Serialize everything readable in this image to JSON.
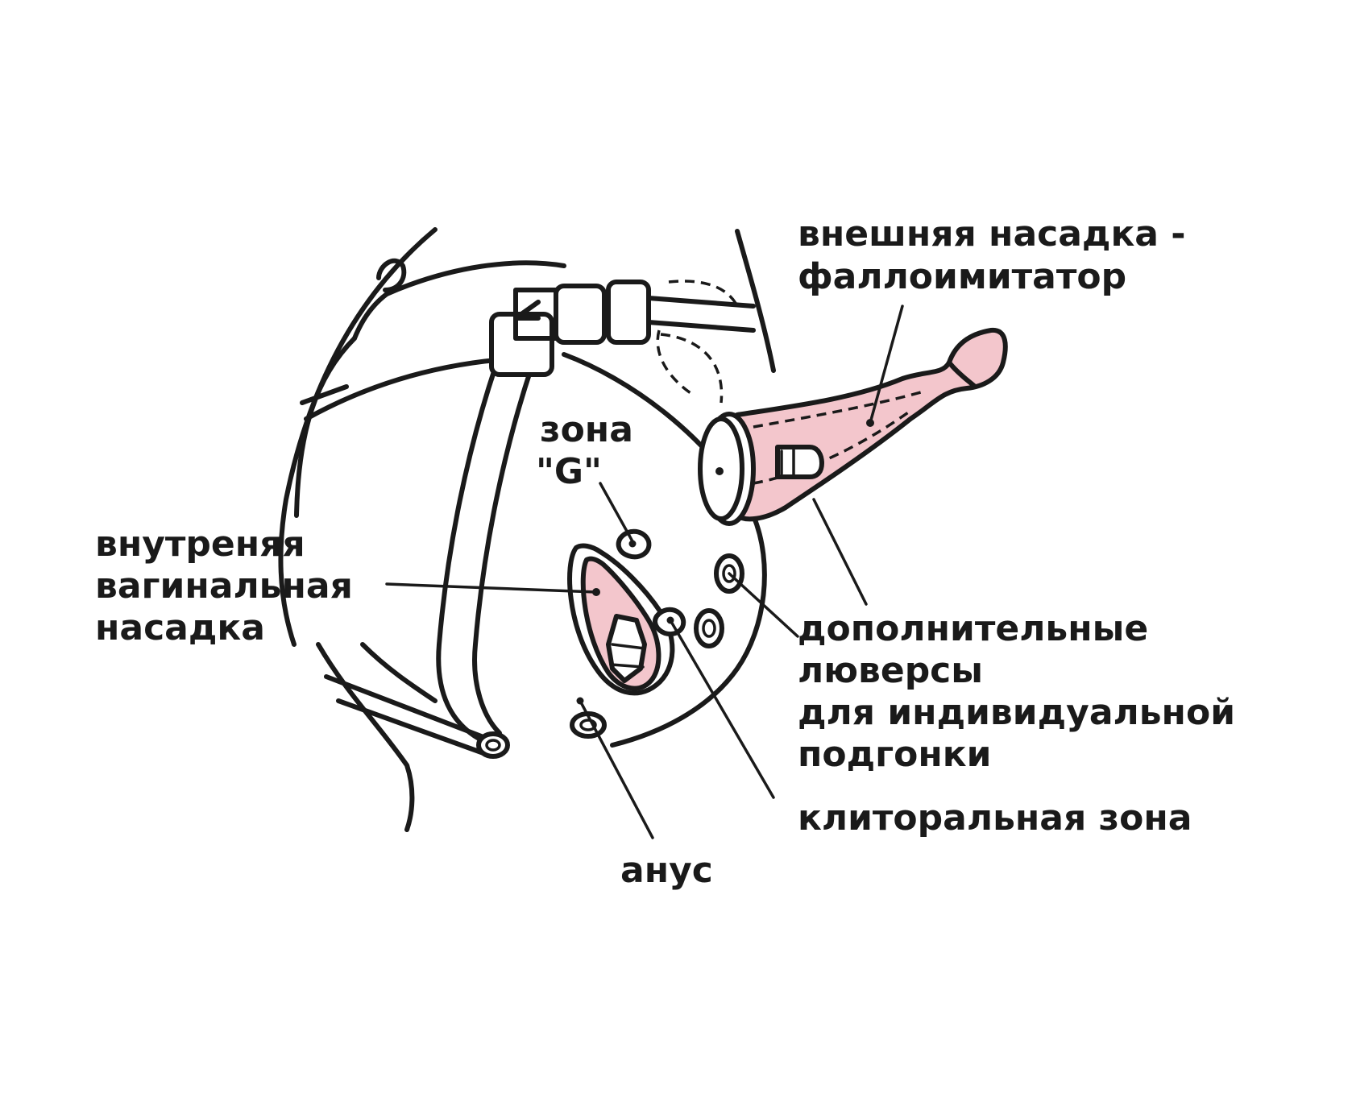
{
  "colors": {
    "ink": "#1a1a1a",
    "accent_pink": "#f3c6cc",
    "background": "#ffffff"
  },
  "labels": {
    "external_line1": "внешняя насадка -",
    "external_line2": "фаллоимитатор",
    "g_zone_line1": "зона",
    "g_zone_line2": "\"G\"",
    "internal_line1": "внутреняя",
    "internal_line2": "вагинальная",
    "internal_line3": "насадка",
    "eyelets_line1": "дополнительные",
    "eyelets_line2": "люверсы",
    "eyelets_line3": "для индивидуальной",
    "eyelets_line4": "подгонки",
    "clitoral": "клиторальная зона",
    "anus": "анус"
  }
}
